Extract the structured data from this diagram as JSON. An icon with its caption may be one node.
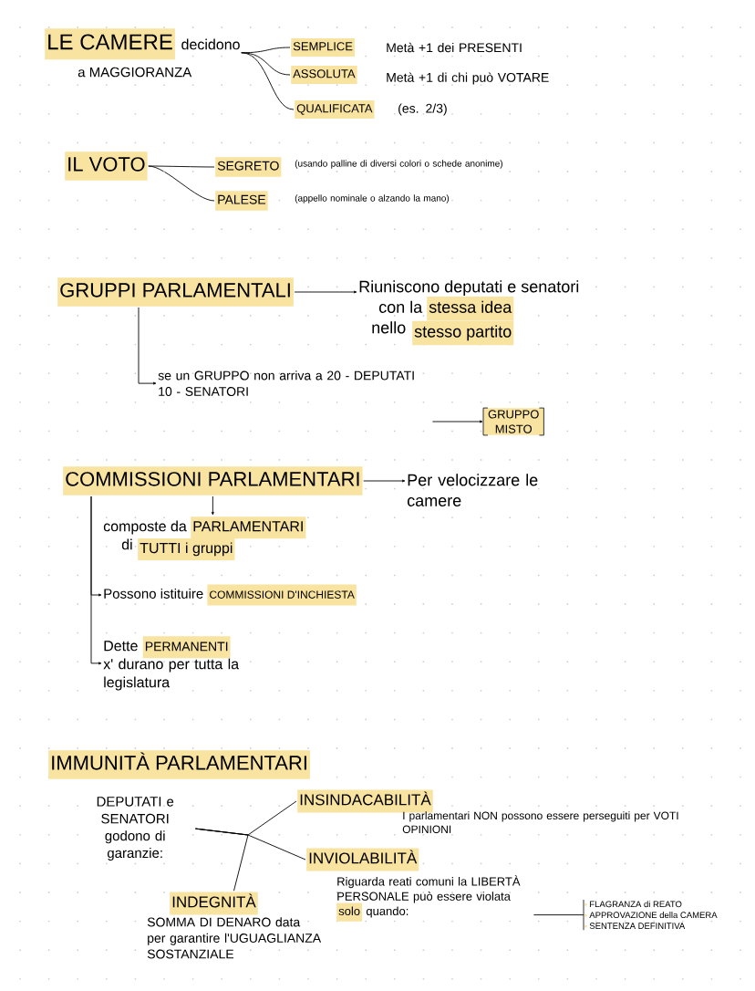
{
  "diagram": {
    "nodes": [
      {
        "text": [
          "LE CAMERE",
          "decidono",
          "a MAGGIORANZA"
        ]
      },
      {
        "text": [
          "SEMPLICE"
        ],
        "beside": [
          "Metà +1 dei PRESENTI"
        ]
      },
      {
        "text": [
          "ASSOLUTA"
        ],
        "beside": [
          "Metà +1 di chi può VOTARE"
        ]
      },
      {
        "text": [
          "QUALIFICATA"
        ],
        "beside": [
          "(es. 2/3)"
        ]
      },
      {
        "text": [
          "IL VOTO"
        ]
      },
      {
        "text": [
          "SEGRETO"
        ],
        "beside": [
          "(usando palline di diversi colori o schede anonime)"
        ]
      },
      {
        "text": [
          "PALESE"
        ],
        "beside": [
          "(appello nominale o alzando la mano)"
        ]
      },
      {
        "text": [
          "GRUPPI PARLAMENTALI"
        ]
      },
      {
        "text": [
          "Riuniscono deputati e senatori",
          "con la",
          "stessa idea",
          "nello"
        ]
      },
      {
        "text": [
          "stesso partito"
        ]
      },
      {
        "text": [
          "se un GRUPPO non arriva a 20 - DEPUTATI 10 - SENATORI"
        ]
      },
      {
        "text": [
          "GRUPPO MISTO"
        ]
      },
      {
        "text": [
          "COMMISSIONI PARLAMENTARI"
        ]
      },
      {
        "text": [
          "Per velocizzare le camere"
        ]
      },
      {
        "text": [
          "composte da",
          "PARLAMENTARI",
          "di"
        ]
      },
      {
        "text": [
          "TUTTI i gruppi"
        ]
      },
      {
        "text": [
          "Possono istituire",
          "COMMISSIONI D'INCHIESTA"
        ]
      },
      {
        "text": [
          "Dette",
          "PERMANENTI",
          "x' durano per tutta la legislatura"
        ]
      },
      {
        "text": [
          "IMMUNITÀ PARLAMENTARI"
        ]
      },
      {
        "text": [
          "DEPUTATI e SENATORI godono di garanzie:"
        ]
      },
      {
        "text": [
          "INSINDACABILITÀ"
        ],
        "beside": [
          "I parlamentari NON possono essere perseguiti per VOTI OPINIONI"
        ]
      },
      {
        "text": [
          "INVIOLABILITÀ"
        ]
      },
      {
        "text": [
          "Riguarda reati comuni la LIBERTÀ PERSONALE può essere violata",
          "solo",
          "quando:"
        ]
      },
      {
        "text": [
          "FLAGRANZA di REATO",
          "APPROVAZIONE della CAMERA",
          "SENTENZA DEFINITIVA"
        ]
      },
      {
        "text": [
          "INDEGNITÀ"
        ],
        "beside": [
          "SOMMA DI DENARO data per garantire l'UGUAGLIANZA SOSTANZIALE"
        ]
      }
    ],
    "edges": [
      {
        "from": 0,
        "to": 1,
        "arrow": "none"
      },
      {
        "from": 0,
        "to": 2,
        "arrow": "none"
      },
      {
        "from": 0,
        "to": 3,
        "arrow": "none"
      },
      {
        "from": 4,
        "to": 5,
        "arrow": "none"
      },
      {
        "from": 4,
        "to": 6,
        "arrow": "none"
      },
      {
        "from": 7,
        "to": 8,
        "arrow": "to"
      },
      {
        "from": 7,
        "to": 10,
        "arrow": "to"
      },
      {
        "from": 10,
        "to": 11,
        "arrow": "to"
      },
      {
        "from": 12,
        "to": 13,
        "arrow": "to"
      },
      {
        "from": 12,
        "to": 14,
        "arrow": "to"
      },
      {
        "from": 12,
        "to": 16,
        "arrow": "to"
      },
      {
        "from": 12,
        "to": 17,
        "arrow": "to"
      },
      {
        "from": 19,
        "to": 20,
        "arrow": "none"
      },
      {
        "from": 19,
        "to": 21,
        "arrow": "none"
      },
      {
        "from": 19,
        "to": 24,
        "arrow": "none"
      },
      {
        "from": 22,
        "to": 23,
        "arrow": "none"
      }
    ]
  }
}
